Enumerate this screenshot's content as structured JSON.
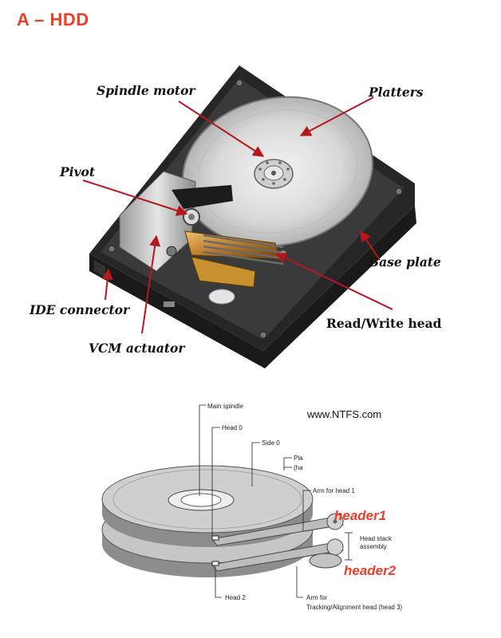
{
  "page": {
    "title": "A – HDD"
  },
  "photo_labels": {
    "spindle_motor": "Spindle motor",
    "platters": "Platters",
    "pivot": "Pivot",
    "base_plate": "Base plate",
    "ide_connector": "IDE connector",
    "read_write_head": "Read/Write head",
    "vcm_actuator": "VCM actuator"
  },
  "diagram_labels": {
    "watermark": "www.NTFS.com",
    "main_spindle": "Main spindle",
    "head0": "Head 0",
    "side0": "Side 0",
    "platter_a": "Pla",
    "platter_b": "(ha",
    "arm_head1": "Arm for head 1",
    "head_stack_1": "Head stack",
    "head_stack_2": "assembly",
    "head2": "Head 2",
    "arm_for": "Arm for",
    "tracking": "Tracking/Alignment head (head 3)",
    "header1": "header1",
    "header2": "header2"
  },
  "colors": {
    "accent_red": "#e8402a",
    "arrow_red": "#b5171c"
  }
}
